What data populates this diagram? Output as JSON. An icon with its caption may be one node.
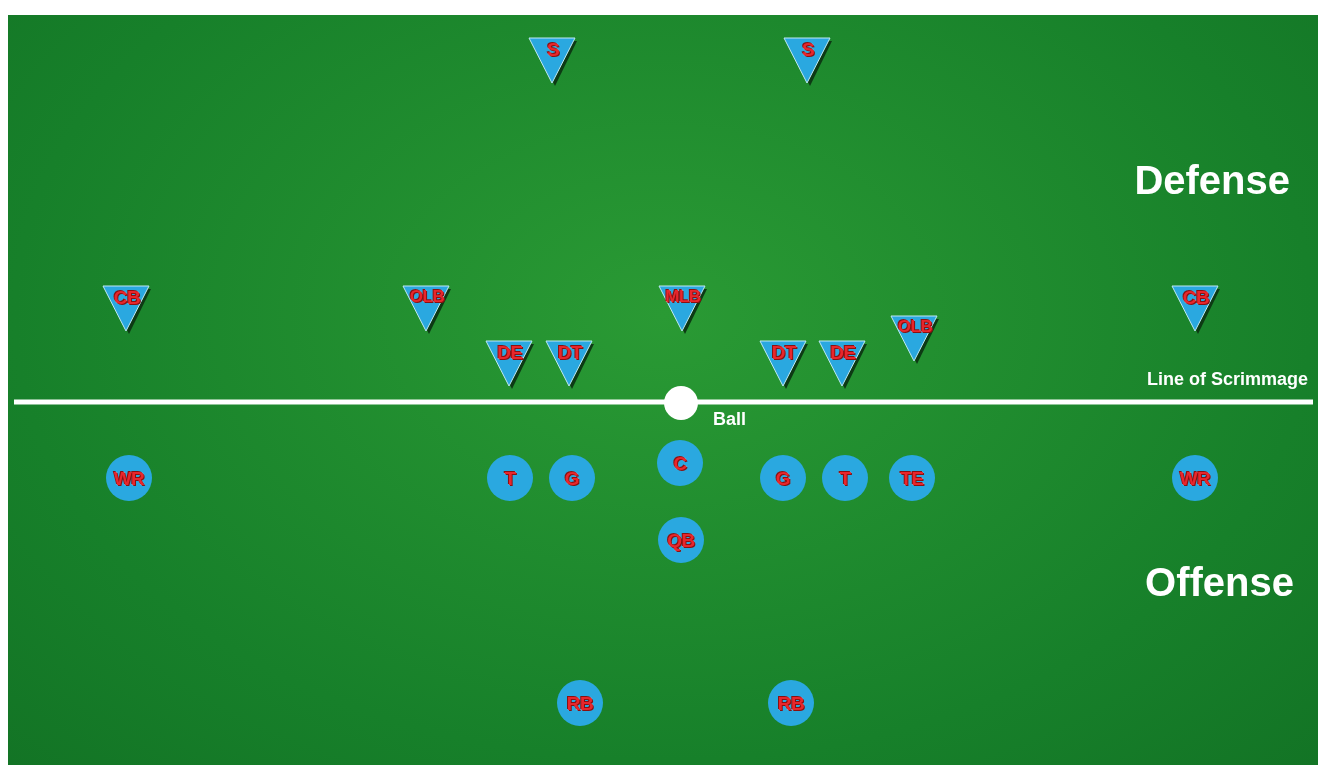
{
  "diagram": {
    "nodes": [
      {
        "text": [
          "S"
        ]
      },
      {
        "text": [
          "S"
        ]
      },
      {
        "text": [
          "CB"
        ]
      },
      {
        "text": [
          "OLB"
        ]
      },
      {
        "text": [
          "MLB"
        ]
      },
      {
        "text": [
          "CB"
        ]
      },
      {
        "text": [
          "OLB"
        ]
      },
      {
        "text": [
          "DE"
        ]
      },
      {
        "text": [
          "DT"
        ]
      },
      {
        "text": [
          "DT"
        ]
      },
      {
        "text": [
          "DE"
        ]
      },
      {
        "text": [],
        "shape": "circle",
        "beside": [
          "Ball"
        ]
      },
      {
        "text": [
          "C"
        ]
      },
      {
        "text": [
          "WR"
        ]
      },
      {
        "text": [
          "T"
        ]
      },
      {
        "text": [
          "G"
        ]
      },
      {
        "text": [
          "G"
        ]
      },
      {
        "text": [
          "T"
        ]
      },
      {
        "text": [
          "TE"
        ]
      },
      {
        "text": [
          "WR"
        ]
      },
      {
        "text": [
          "QB"
        ]
      },
      {
        "text": [
          "RB"
        ]
      },
      {
        "text": [
          "RB"
        ]
      }
    ],
    "labels": [
      "Defense",
      "Line of Scrimmage",
      "Offense"
    ]
  }
}
